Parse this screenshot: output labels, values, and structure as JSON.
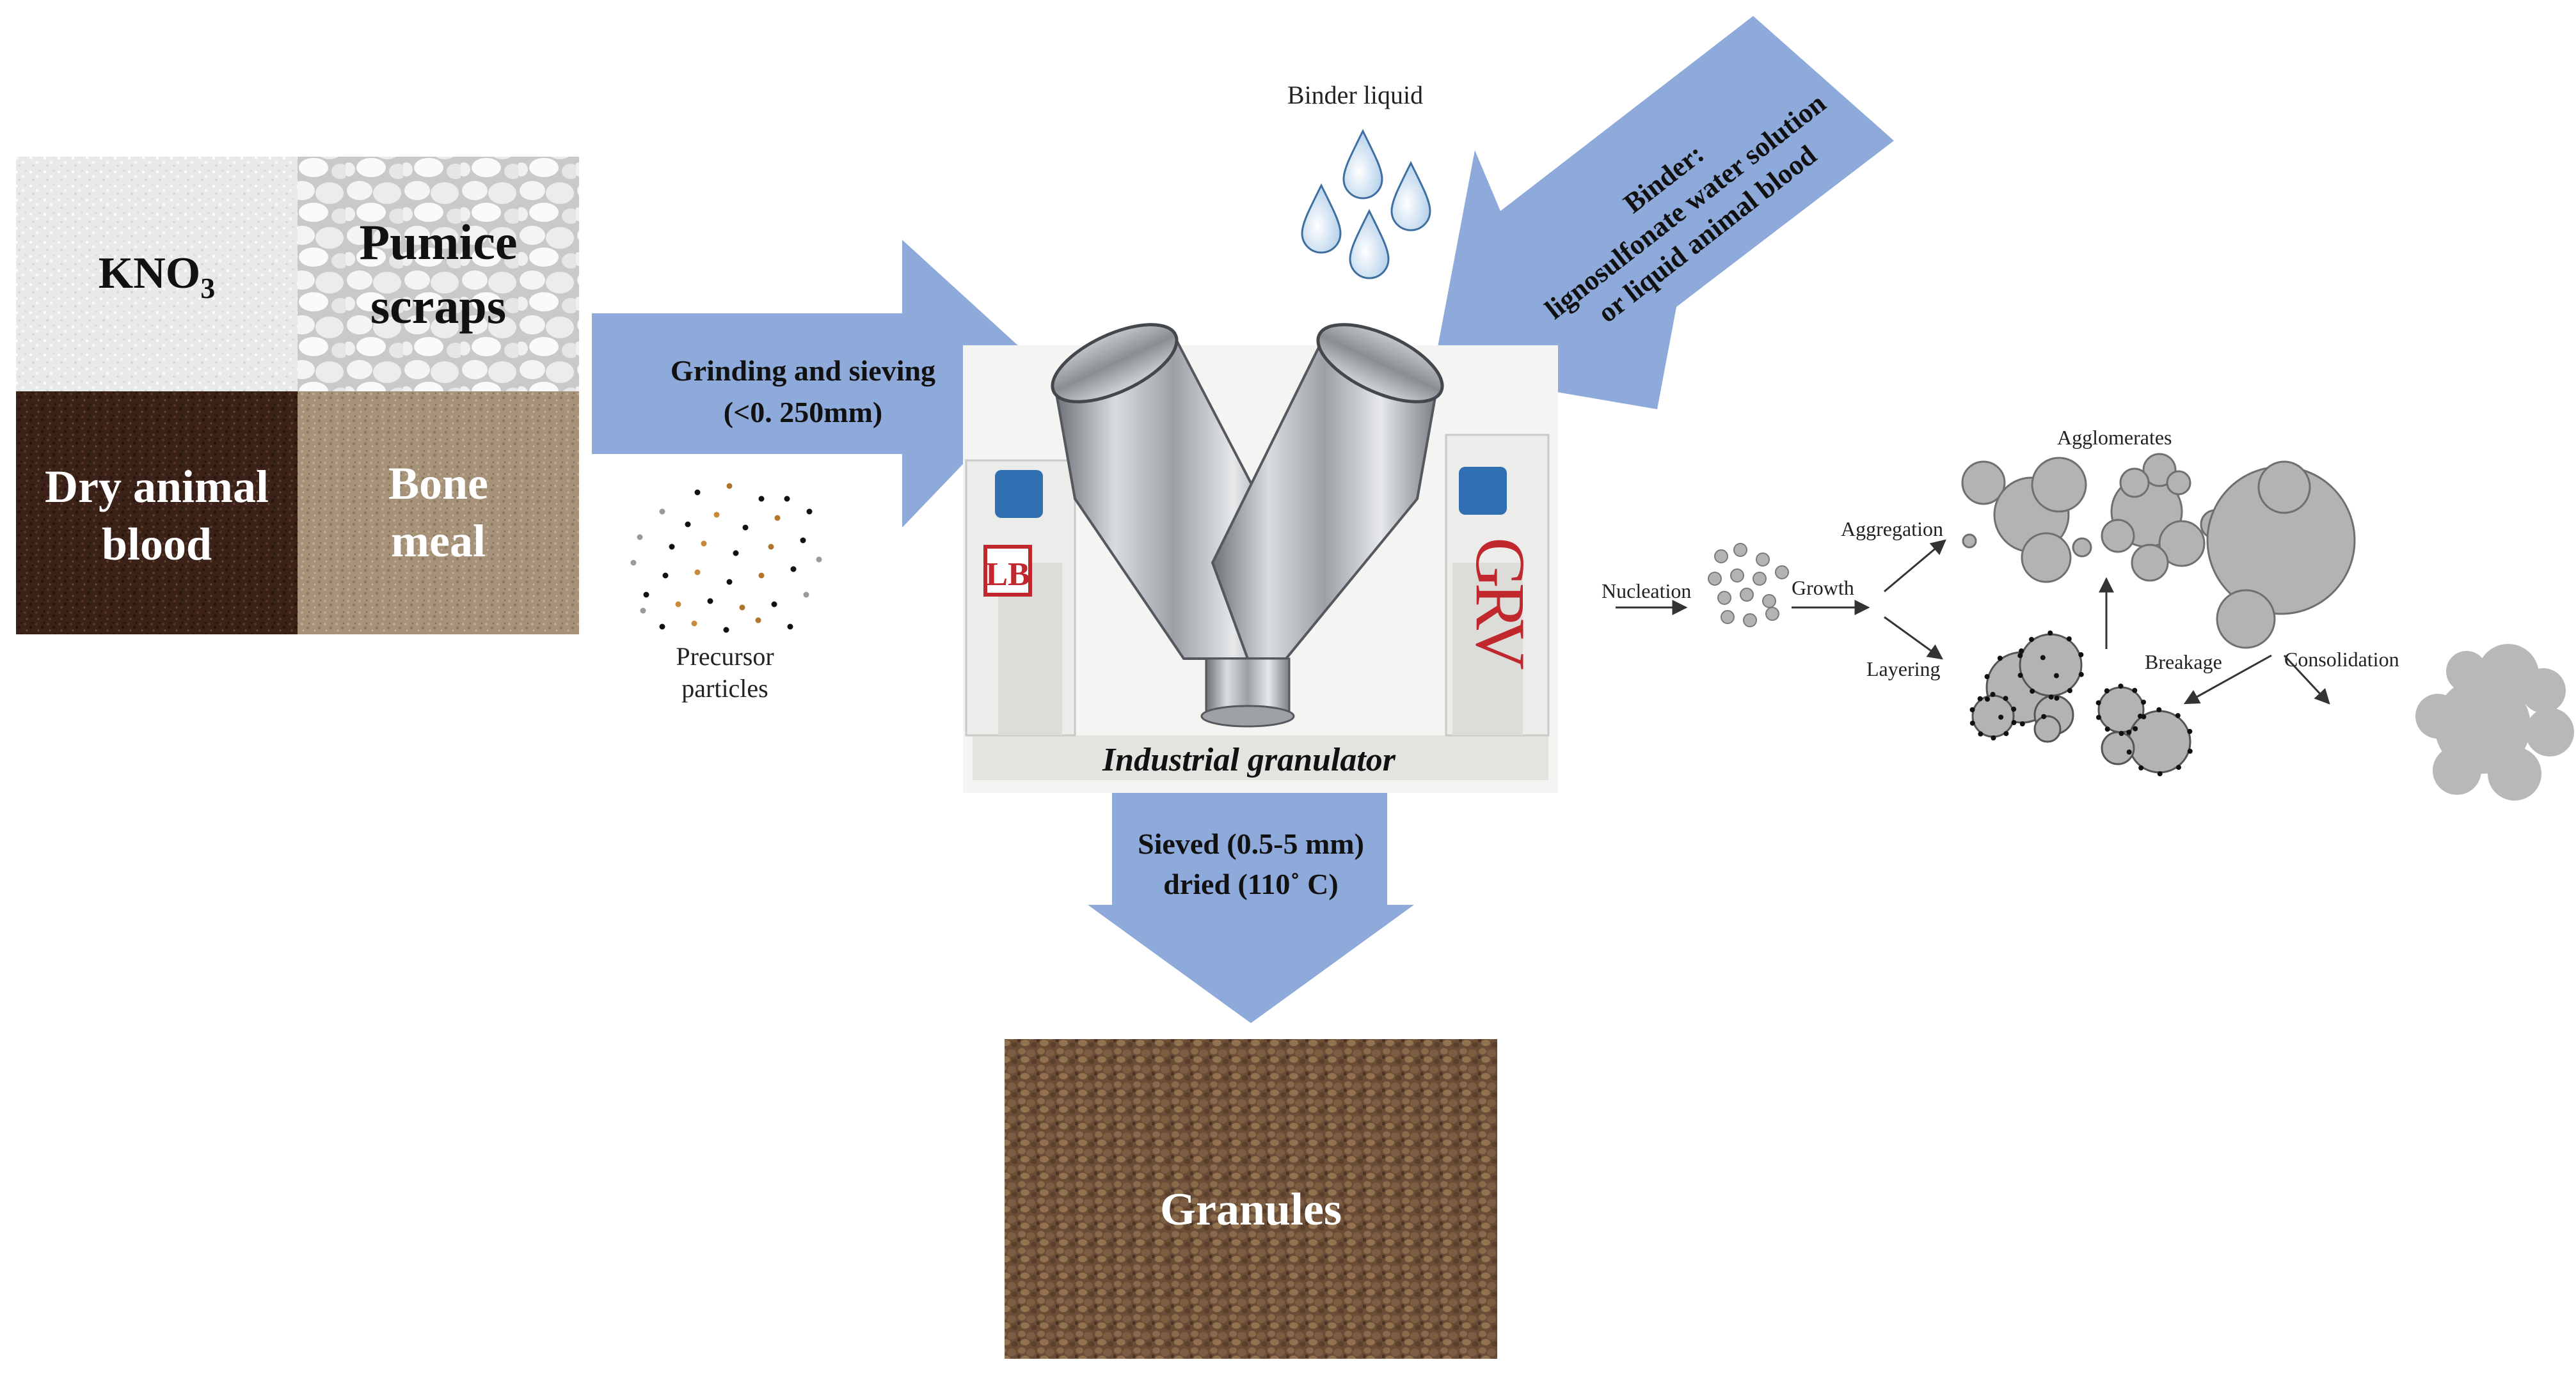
{
  "materials": {
    "kno3": {
      "base": "KNO",
      "sub": "3"
    },
    "pumice": [
      "Pumice",
      "scraps"
    ],
    "blood": [
      "Dry animal",
      "blood"
    ],
    "bone": [
      "Bone",
      "meal"
    ]
  },
  "grinding": {
    "line1": "Grinding and sieving",
    "line2": "(<0. 250mm)"
  },
  "precursor": {
    "line1": "Precursor",
    "line2": "particles"
  },
  "binder_liquid": "Binder liquid",
  "binder": {
    "line1": "Binder:",
    "line2": "lignosulfonate water solution",
    "line3": "or liquid animal blood"
  },
  "granulator": {
    "caption": "Industrial granulator",
    "logo_left": "LB",
    "logo_right": "GRV"
  },
  "sieved": {
    "line1": "Sieved (0.5-5 mm)",
    "line2": "dried (110˚ C)"
  },
  "granules": "Granules",
  "mechanism": {
    "nucleation": "Nucleation",
    "growth": "Growth",
    "aggregation": "Aggregation",
    "agglomerates": "Agglomerates",
    "layering": "Layering",
    "breakage": "Breakage",
    "consolidation": "Consolidation"
  },
  "colors": {
    "arrow_blue": "#8eaadb",
    "drop_blue": "#b9d4ec",
    "particle_gray": "#b3b3b3",
    "logo_red": "#c0282d"
  }
}
